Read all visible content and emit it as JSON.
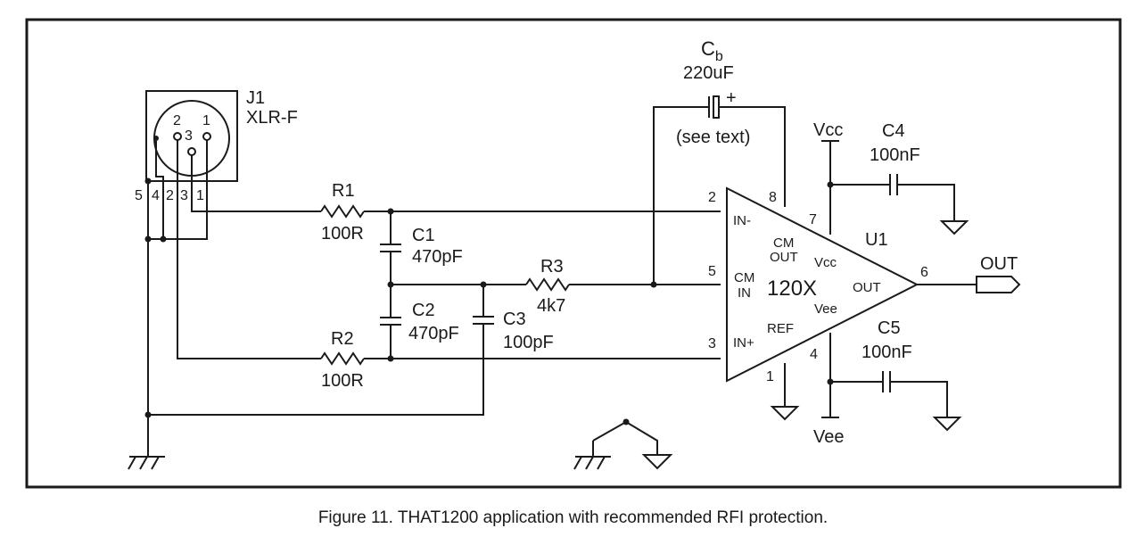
{
  "caption": "Figure 11. THAT1200 application with recommended RFI protection.",
  "connector": {
    "ref": "J1",
    "type": "XLR-F",
    "socket_pins": [
      "2",
      "3",
      "1"
    ],
    "lead_numbers": [
      "5",
      "4",
      "2",
      "3",
      "1"
    ]
  },
  "components": {
    "R1": {
      "ref": "R1",
      "value": "100R"
    },
    "R2": {
      "ref": "R2",
      "value": "100R"
    },
    "R3": {
      "ref": "R3",
      "value": "4k7"
    },
    "C1": {
      "ref": "C1",
      "value": "470pF"
    },
    "C2": {
      "ref": "C2",
      "value": "470pF"
    },
    "C3": {
      "ref": "C3",
      "value": "100pF"
    },
    "C4": {
      "ref": "C4",
      "value": "100nF"
    },
    "C5": {
      "ref": "C5",
      "value": "100nF"
    },
    "Cb": {
      "ref": "C",
      "ref_sub": "b",
      "value": "220uF",
      "note": "(see text)",
      "polarity": "+"
    }
  },
  "ic": {
    "ref": "U1",
    "part": "120X",
    "pins": {
      "in_minus": "2",
      "cm_out": "8",
      "vcc": "7",
      "cm_in": "5",
      "in_plus": "3",
      "ref": "1",
      "vee": "4",
      "out": "6"
    },
    "labels": {
      "in_minus": "IN-",
      "in_plus": "IN+",
      "cm_out_1": "CM",
      "cm_out_2": "OUT",
      "cm_in_1": "CM",
      "cm_in_2": "IN",
      "vcc": "Vcc",
      "vee": "Vee",
      "out": "OUT",
      "ref": "REF"
    }
  },
  "rails": {
    "vcc": "Vcc",
    "vee": "Vee"
  },
  "output_label": "OUT",
  "colors": {
    "ink": "#1a1a1a",
    "background": "#ffffff"
  }
}
